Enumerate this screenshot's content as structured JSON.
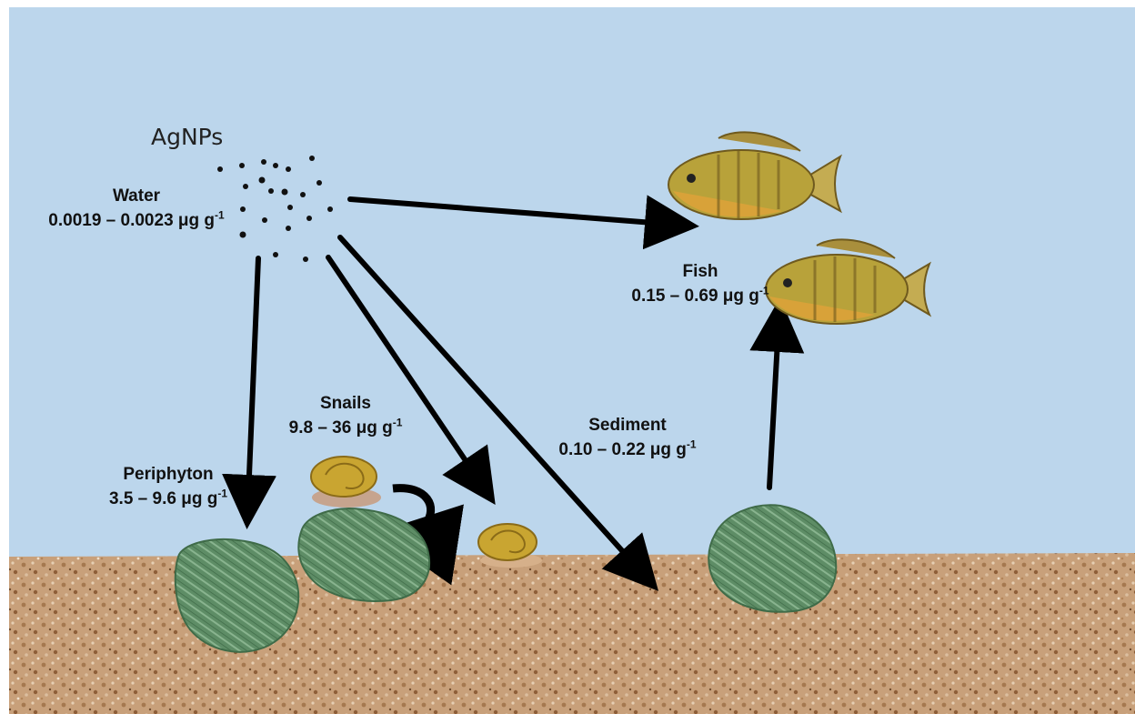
{
  "title": "AgNPs",
  "compartments": {
    "water": {
      "name": "Water",
      "range": "0.0019 – 0.0023 μg g",
      "unit_exp": "-1"
    },
    "fish": {
      "name": "Fish",
      "range": "0.15 – 0.69 μg g",
      "unit_exp": "-1"
    },
    "snails": {
      "name": "Snails",
      "range": "9.8 – 36 μg g",
      "unit_exp": "-1"
    },
    "periphyton": {
      "name": "Periphyton",
      "range": "3.5 – 9.6 μg g",
      "unit_exp": "-1"
    },
    "sediment": {
      "name": "Sediment",
      "range": "0.10 – 0.22 μg g",
      "unit_exp": "-1"
    }
  },
  "flows": [
    {
      "from": "AgNPs",
      "to": "Fish"
    },
    {
      "from": "AgNPs",
      "to": "Periphyton"
    },
    {
      "from": "AgNPs",
      "to": "Snails"
    },
    {
      "from": "AgNPs",
      "to": "Sediment"
    },
    {
      "from": "Periphyton",
      "to": "Fish"
    },
    {
      "from": "Periphyton",
      "to": "Snails"
    }
  ],
  "colors": {
    "water": "#bcd6ec",
    "sediment": "#c9a27a",
    "periphyton": "#5f8f68",
    "fish_body": "#b8a23a",
    "snail_shell": "#c9a531",
    "arrow": "#000000"
  }
}
